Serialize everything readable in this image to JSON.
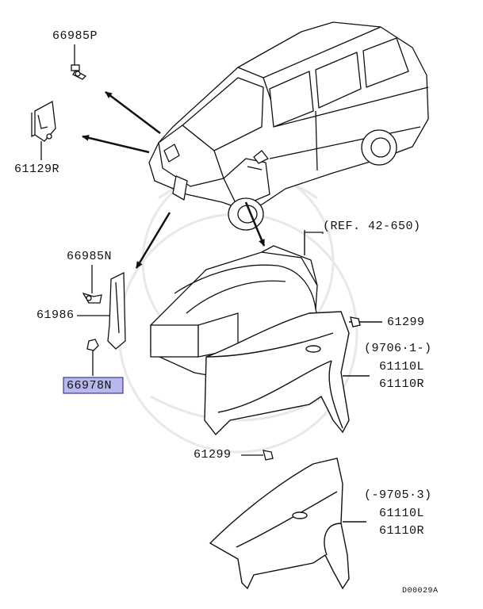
{
  "diagram": {
    "code": "D00029A",
    "highlight_color": "#b8b8ec",
    "labels": {
      "p66985P": "66985P",
      "p61129R": "61129R",
      "p66985N": "66985N",
      "p61986": "61986",
      "p66978N": "66978N",
      "ref": "(REF. 42-650)",
      "p61299_a": "61299",
      "date_new": "(9706·1-)",
      "p61110L_a": "61110L",
      "p61110R_a": "61110R",
      "p61299_b": "61299",
      "date_old": "(-9705·3)",
      "p61110L_b": "61110L",
      "p61110R_b": "61110R"
    },
    "highlighted_part": "66978N"
  }
}
